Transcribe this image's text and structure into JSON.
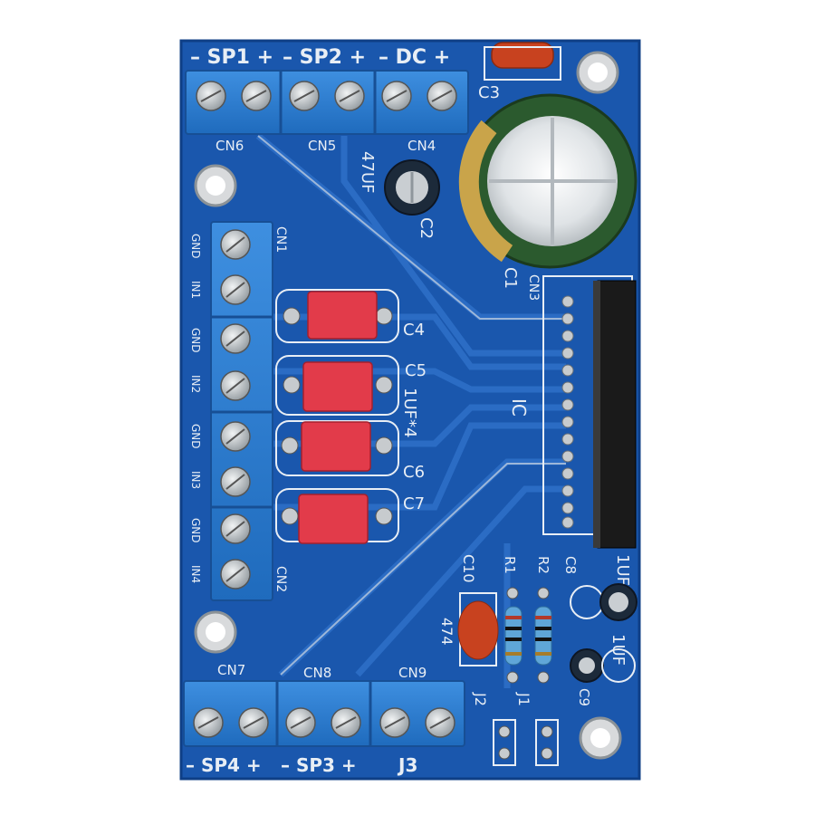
{
  "board": {
    "colors": {
      "pcb": "#1a57ad",
      "terminal": "#2f7fd1",
      "cap_red": "#e23b4a",
      "silk": "#e8eef5"
    },
    "top_labels": {
      "sp1": "– SP1 +",
      "sp2": "– SP2 +",
      "dc": "– DC +"
    },
    "connectors": {
      "cn1": "CN1",
      "cn2": "CN2",
      "cn3": "CN3",
      "cn4": "CN4",
      "cn5": "CN5",
      "cn6": "CN6",
      "cn7": "CN7",
      "cn8": "CN8",
      "cn9": "CN9"
    },
    "input_pins": [
      "GND",
      "IN1",
      "GND",
      "IN2",
      "GND",
      "IN3",
      "GND",
      "IN4"
    ],
    "caps": {
      "c1": "C1",
      "c2": "C2",
      "c3": "C3",
      "c4": "C4",
      "c5": "C5",
      "c6": "C6",
      "c7": "C7",
      "c8": "C8",
      "c9": "C9",
      "c10": "C10"
    },
    "values": {
      "v47uf": "47UF",
      "v1uf4": "1UF*4",
      "v474": "474",
      "v1uf": "1UF"
    },
    "resistors": {
      "r1": "R1",
      "r2": "R2"
    },
    "jumpers": {
      "j1": "J1",
      "j2": "J2",
      "j3": "J3"
    },
    "ic_label": "IC",
    "bottom_labels": {
      "sp4": "– SP4 +",
      "sp3": "– SP3 +"
    }
  }
}
